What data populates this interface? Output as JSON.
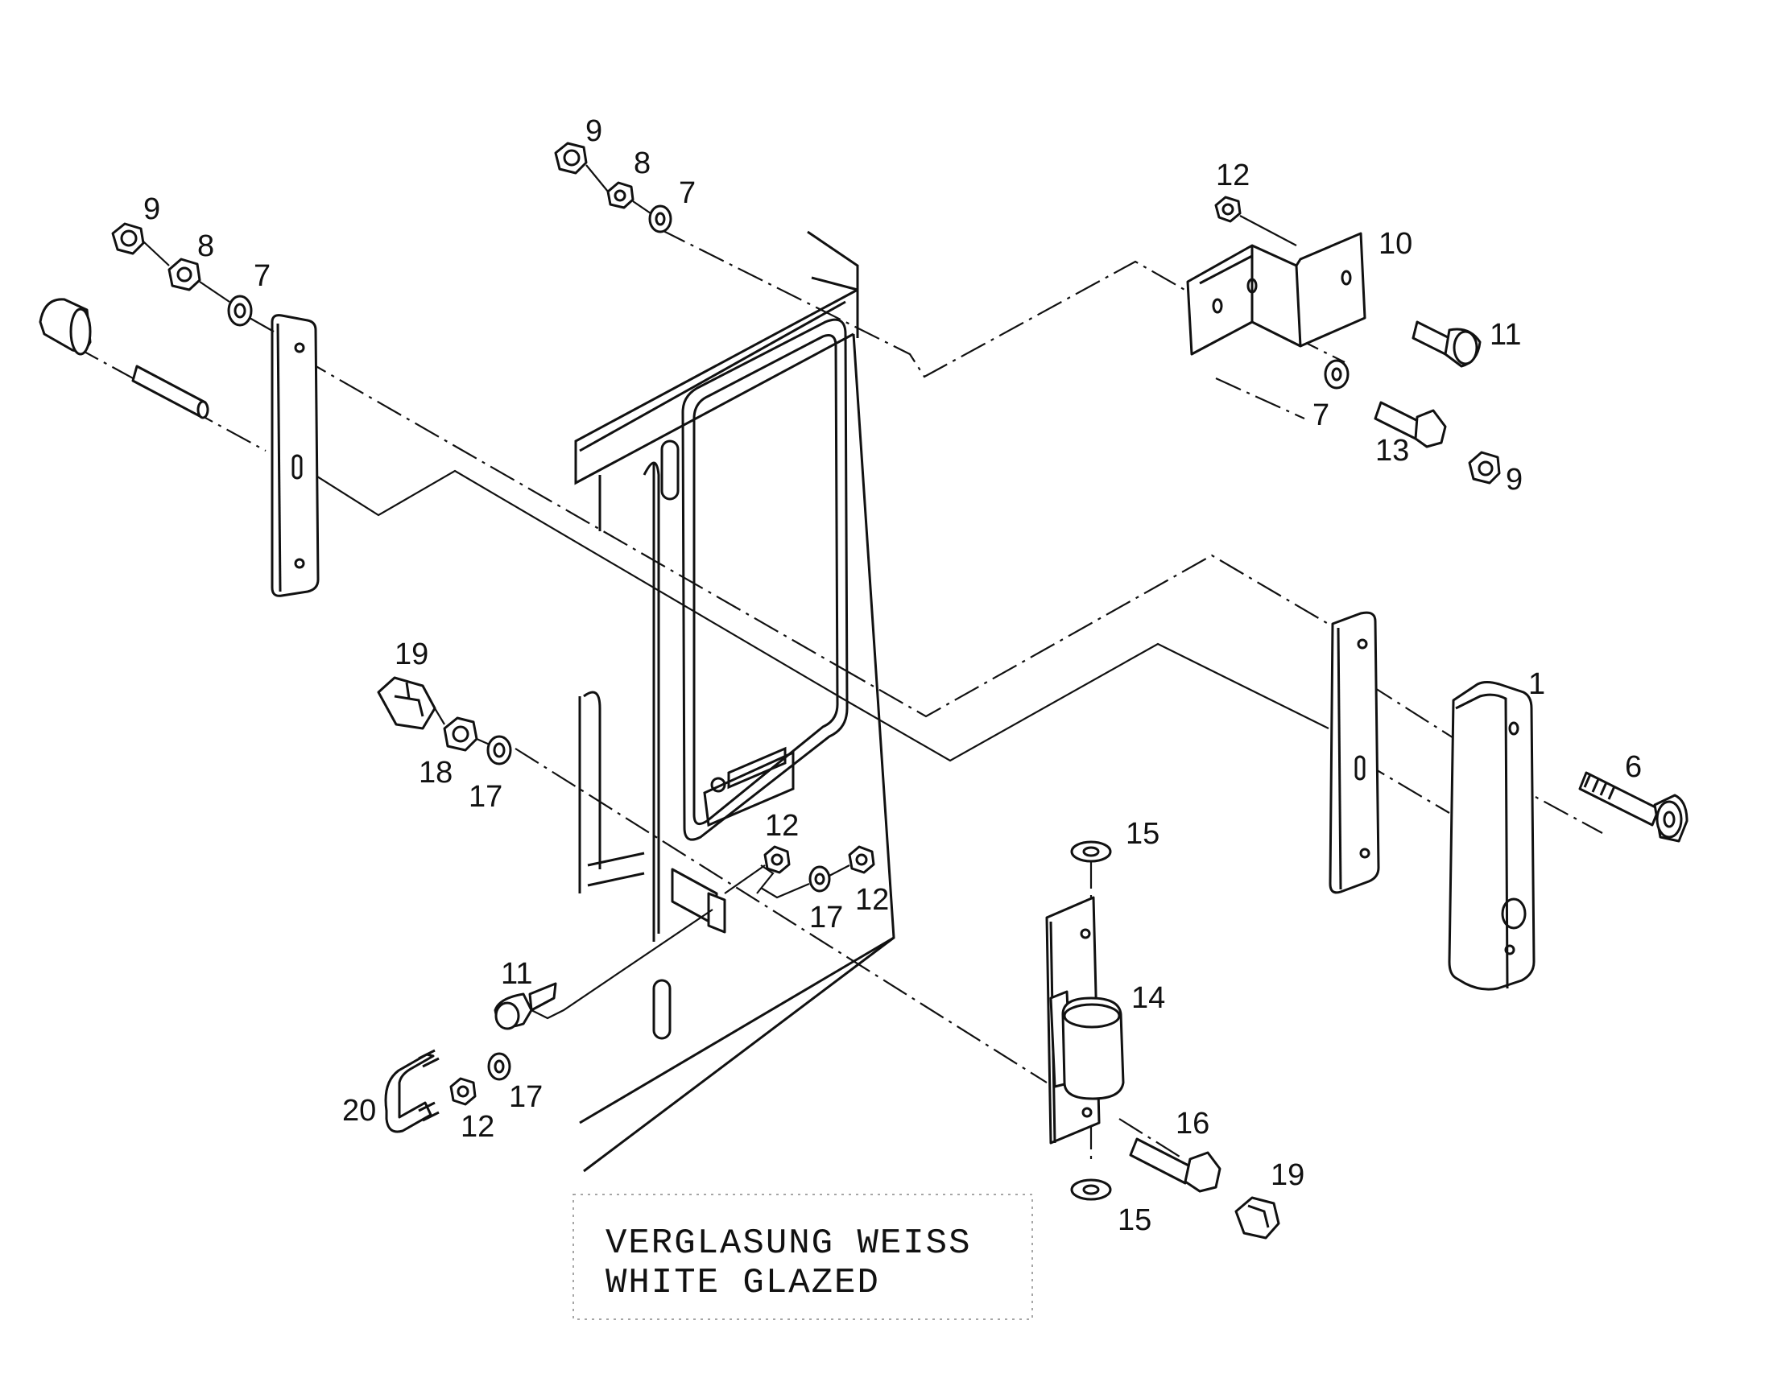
{
  "caption": {
    "line1": "VERGLASUNG WEISS",
    "line2": "WHITE GLAZED"
  },
  "callouts": {
    "c1": "1",
    "c6": "6",
    "c7_top": "7",
    "c7_left": "7",
    "c7_right": "7",
    "c8_top": "8",
    "c8_left": "8",
    "c9_top": "9",
    "c9_left": "9",
    "c9_right": "9",
    "c10": "10",
    "c11_right": "11",
    "c11_lower": "11",
    "c12_top": "12",
    "c12_mid": "12",
    "c12_mid_right": "12",
    "c12_lower": "12",
    "c13": "13",
    "c14": "14",
    "c15_top": "15",
    "c15_bottom": "15",
    "c16": "16",
    "c17_left": "17",
    "c17_mid": "17",
    "c17_lower": "17",
    "c18": "18",
    "c19_left": "19",
    "c19_right": "19",
    "c20": "20"
  }
}
